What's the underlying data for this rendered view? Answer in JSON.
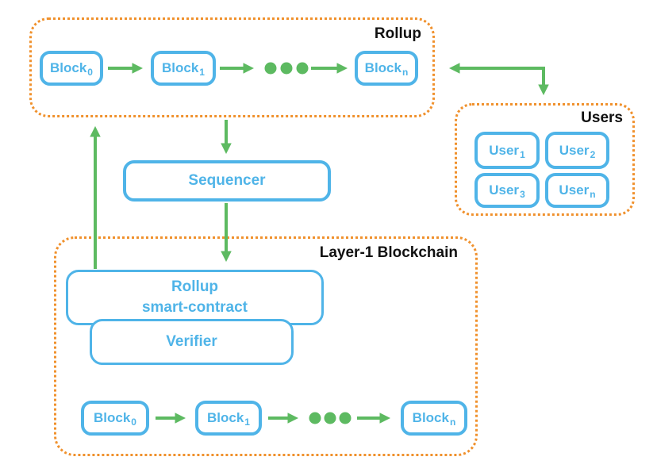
{
  "colors": {
    "blue": "#4FB4E8",
    "green": "#5DBA61",
    "orange": "#F0912D",
    "title_text": "#111111"
  },
  "rollup": {
    "title": "Rollup",
    "blocks": [
      {
        "base": "Block",
        "sub": "0"
      },
      {
        "base": "Block",
        "sub": "1"
      },
      {
        "base": "Block",
        "sub": "n"
      }
    ]
  },
  "users": {
    "title": "Users",
    "items": [
      {
        "base": "User",
        "sub": "1"
      },
      {
        "base": "User",
        "sub": "2"
      },
      {
        "base": "User",
        "sub": "3"
      },
      {
        "base": "User",
        "sub": "n"
      }
    ]
  },
  "sequencer": {
    "label": "Sequencer"
  },
  "layer1": {
    "title": "Layer-1 Blockchain",
    "smart_contract": {
      "line1": "Rollup",
      "line2": "smart-contract"
    },
    "verifier": {
      "label": "Verifier"
    },
    "blocks": [
      {
        "base": "Block",
        "sub": "0"
      },
      {
        "base": "Block",
        "sub": "1"
      },
      {
        "base": "Block",
        "sub": "n"
      }
    ]
  }
}
